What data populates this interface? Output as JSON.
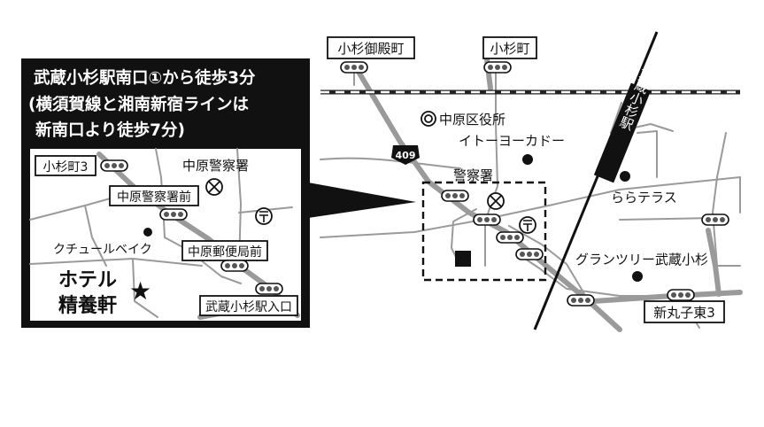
{
  "panel_title_lines": [
    "武蔵小杉駅南口①から徒歩3分",
    "(横須賀線と湘南新宿ラインは",
    "新南口より徒歩7分)"
  ],
  "inset": {
    "stop_kosugi3": "小杉町3",
    "police_station": "中原警察署",
    "stop_police_mae": "中原警察署前",
    "stop_post_office_mae": "中原郵便局前",
    "kuchur_beike": "クチュールベイク",
    "hotel_line1": "ホテル",
    "hotel_line2": "精養軒",
    "star_glyph": "★",
    "stop_station_entrance": "武蔵小杉駅入口"
  },
  "main_map": {
    "stop_goten": "小杉御殿町",
    "stop_kosugi": "小杉町",
    "ward_office": "中原区役所",
    "route_shield": "409",
    "ito_yokado": "イトーヨーカドー",
    "police_station_short": "警察署",
    "station_name": "武蔵小杉駅",
    "lala_terrace": "ららテラス",
    "grand_tree": "グランツリー武蔵小杉",
    "stop_shinmaruko_higashi3": "新丸子東3"
  },
  "colors": {
    "road": "#9a9a9a",
    "ink": "#111111",
    "panel_bg": "#111111"
  },
  "icons": {
    "ward_office": "double-circle-icon",
    "police": "police-box-icon",
    "post_office": "post-office-icon",
    "landmark": "filled-dot-icon",
    "hotel": "filled-square-icon",
    "signal": "traffic-signal-icon"
  }
}
